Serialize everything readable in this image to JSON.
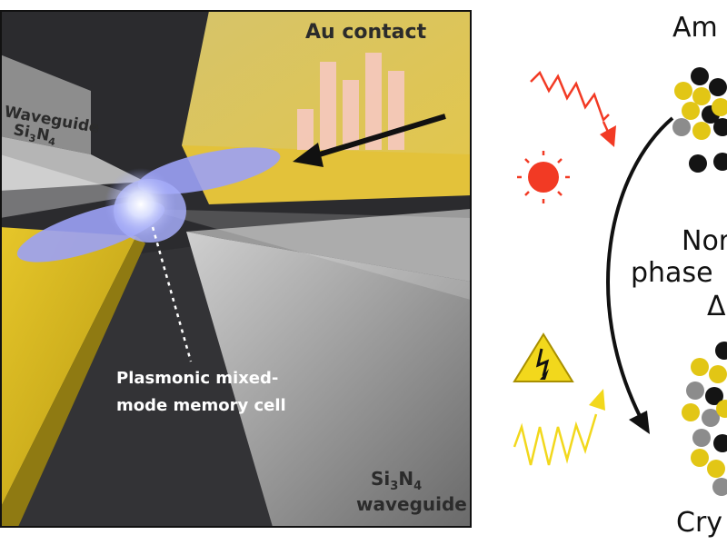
{
  "left_panel": {
    "au_contact": "Au contact",
    "waveguide_tl_line1": "Waveguide",
    "waveguide_tl_line2_base": "Si",
    "waveguide_tl_line2_sub1": "3",
    "waveguide_tl_line2_mid": "N",
    "waveguide_tl_line2_sub2": "4",
    "cell_line1": "Plasmonic mixed-",
    "cell_line2": "mode memory cell",
    "waveguide_br_line1_base": "Si",
    "waveguide_br_line1_sub1": "3",
    "waveguide_br_line1_mid": "N",
    "waveguide_br_line1_sub2": "4",
    "waveguide_br_line2": "waveguide"
  },
  "right_panel": {
    "top_label": "Am",
    "middle_line1": "Nor",
    "middle_line2": "phase",
    "middle_line3": "Δ",
    "bottom_label": "Cry"
  },
  "colors": {
    "gold": "#e8c21a",
    "dark_bg": "#2a2a2d",
    "mode_blue": "#9aa0f5",
    "red_wave": "#f23a24",
    "yellow_wave": "#f2d81c",
    "atom_black": "#141414",
    "atom_gray": "#8c8c8c"
  }
}
